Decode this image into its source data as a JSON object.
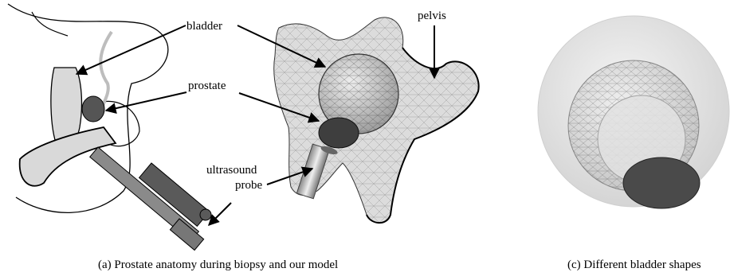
{
  "labels": {
    "bladder": "bladder",
    "pelvis": "pelvis",
    "prostate": "prostate",
    "ultrasound_line1": "ultrasound",
    "ultrasound_line2": "probe"
  },
  "captions": {
    "a": "(a) Prostate anatomy during biopsy and our model",
    "c": "(c) Different bladder shapes"
  },
  "colors": {
    "organ_fill": "#d9d9d9",
    "prostate_fill": "#555555",
    "probe_fill": "#5a5a5a",
    "mesh_fill": "#cfcfcf",
    "sphere_fill": "#bdbdbd"
  }
}
